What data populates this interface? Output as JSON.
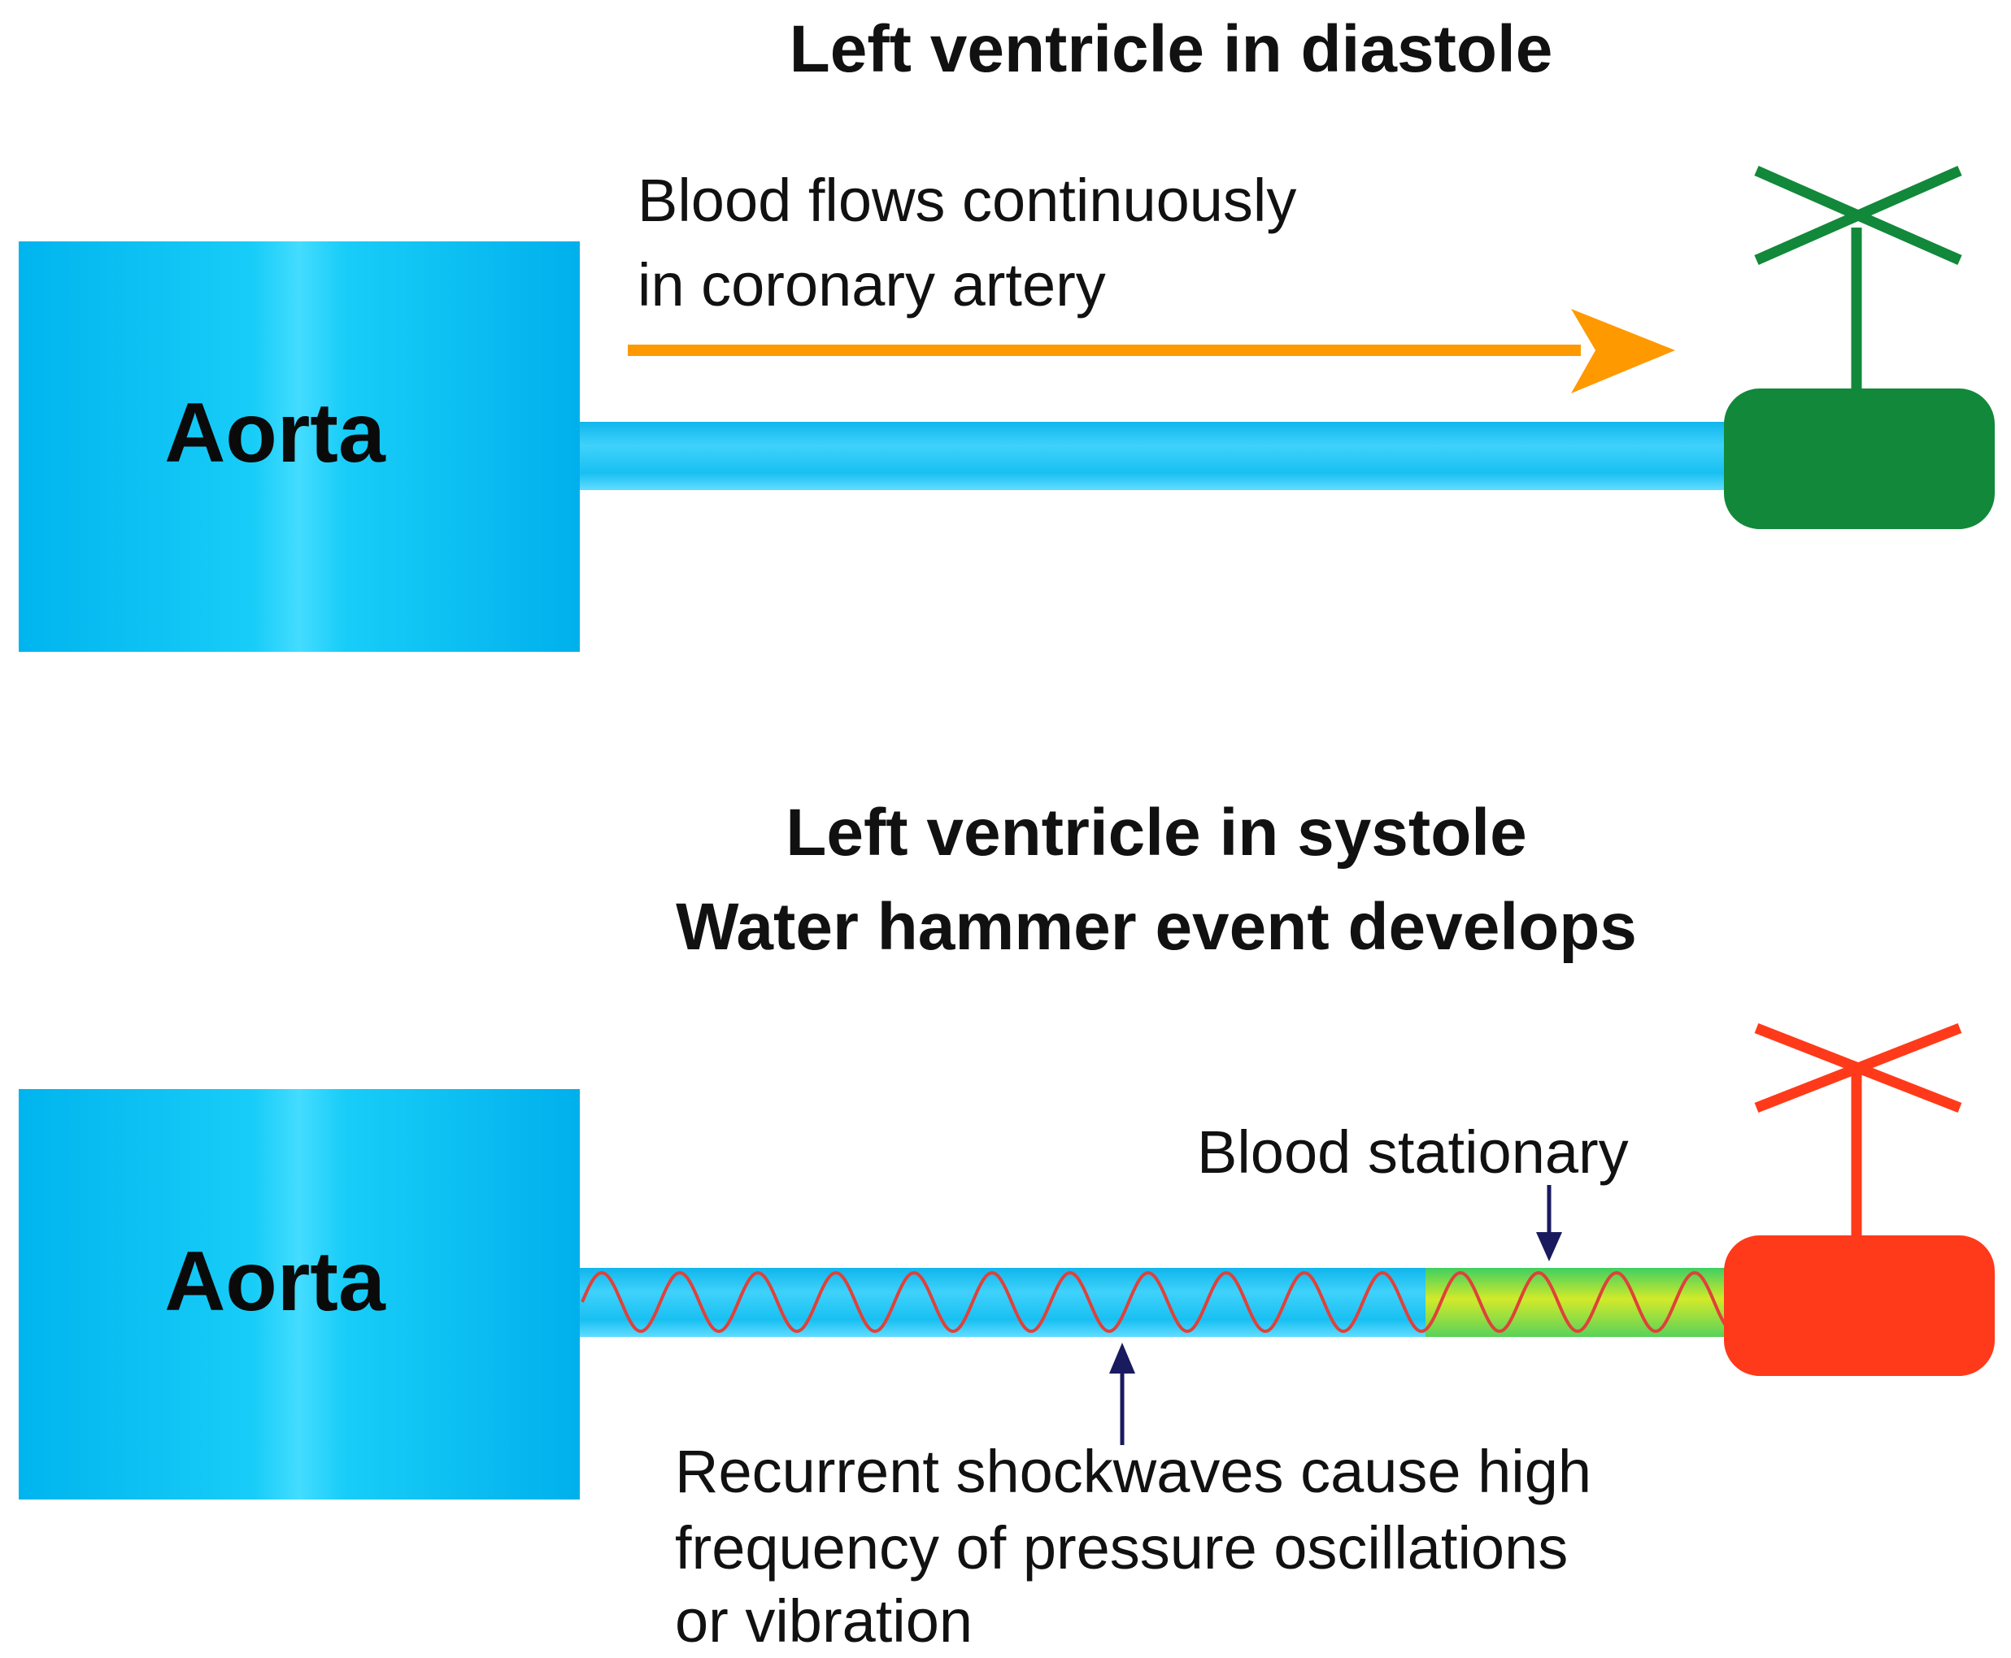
{
  "diastole": {
    "title": "Left ventricle in diastole",
    "aorta_label": "Aorta",
    "flow_text_line1": "Blood flows continuously",
    "flow_text_line2": "in coronary artery",
    "valve_state": "open",
    "valve_color": "#12883a",
    "flow_arrow_color": "#ff9900"
  },
  "systole": {
    "title_line1": "Left ventricle in systole",
    "title_line2": "Water hammer event develops",
    "aorta_label": "Aorta",
    "stationary_label": "Blood stationary",
    "shockwave_line1": "Recurrent shockwaves cause high",
    "shockwave_line2": "frequency of pressure oscillations",
    "shockwave_line3": "or vibration",
    "valve_state": "closed",
    "valve_color": "#ff3a1a",
    "wave_color": "#e0413a",
    "pointer_color": "#1a1a5e"
  },
  "colors": {
    "aorta_edge": "#00b0ec",
    "aorta_center": "#1fd0f8",
    "vessel": "#0fb8ee",
    "vessel_highlight": "#6fe0ff",
    "stationary_start": "#44cc55",
    "stationary_end": "#d6ea2a"
  }
}
